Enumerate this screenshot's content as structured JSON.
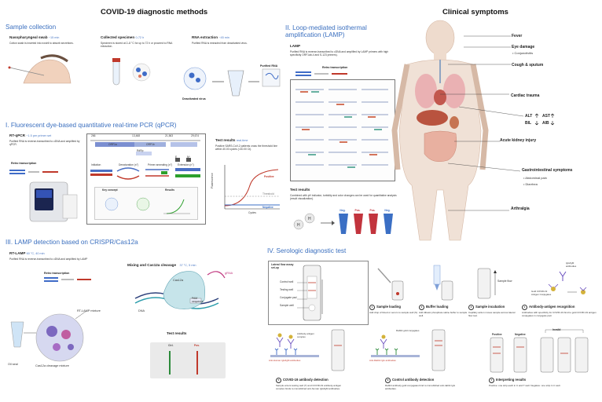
{
  "titles": {
    "left": "COVID-19 diagnostic methods",
    "right": "Clinical symptoms"
  },
  "sample": {
    "heading": "Sample collection",
    "swab": {
      "title": "Nasopharyngeal swab",
      "time": "~15 min",
      "desc": "Cotton swab is inserted into nostril to absorb secretions."
    },
    "specimen": {
      "title": "Collected specimen",
      "time": "0-72 h",
      "desc": "Specimen is stored at 2–8 °C for up to 72 h or proceed to RNA extraction."
    },
    "rna": {
      "title": "RNA extraction",
      "time": "~45 min",
      "desc": "Purified RNA is extracted from deactivated virus."
    },
    "purified_label": "Purified RNA",
    "deactivated_label": "Deactivated virus"
  },
  "qpcr": {
    "heading": "I. Fluorescent dye-based quantitative real-time PCR (qPCR)",
    "title": "RT-qPCR",
    "time": "~1.5 per primer set",
    "desc": "Purified RNA is reverse-transcribed to cDNA and amplified by qPCR.",
    "rt_label": "Retro transcription",
    "genome_ticks": [
      "266",
      "13,468",
      "21,563",
      "29,674"
    ],
    "genes": [
      "ORF1a",
      "ORF1b",
      "RdRp",
      "E",
      "N*"
    ],
    "steps": [
      "Initiation",
      "Denaturation (n°)",
      "Primer annealing (n°)",
      "Extension (n°)"
    ],
    "key_concept": "Key concept",
    "results_small": "Results",
    "test_results_title": "Test results",
    "test_results_time": "real-time",
    "test_results_desc": "Positive SARS-CoV-2 patients cross the threshold line within 40.00 cycles (<40.00 Ct).",
    "chart_ylabel": "Fluorescence",
    "chart_xlabel": "Cycles",
    "positive": "Positive",
    "threshold": "Threshold",
    "negative": "Negative"
  },
  "crispr": {
    "heading": "III. LAMP detection based on CRISPR/Cas12a",
    "title": "RT-LAMP",
    "time": "60 °C, 40 min",
    "desc": "Purified RNA is reverse-transcribed to cDNA and amplified by LAMP",
    "rt_label": "Retro transcription",
    "mix_title": "Mixing and Cas12a cleavage",
    "mix_time": "37 °C, 5 min",
    "cas": "Cas12a",
    "grna": "gRNA",
    "pam": "PAM sequence",
    "dna": "DNA",
    "mixture": "RT-LAMP mixture",
    "oil": "Oil seal",
    "cleavage": "Cas12a cleavage mixture",
    "results": "Test results",
    "ctrl": "Ctrl.",
    "pos": "Pos."
  },
  "lamp": {
    "heading": "II. Loop-mediated isothermal amplification (LAMP)",
    "title": "LAMP",
    "desc": "Purified RNA is reverse-transcribed to cDNA and amplified by LAMP primers with high specificity ORF1ab-4 and S-123 primers).",
    "rt_label": "Retro transcription",
    "results_title": "Test results",
    "results_desc": "Combined with pH indicator, turbidity and color changes can be used for quantitative analysis (result visualization).",
    "tubes": [
      "Neg.",
      "Pos.",
      "Pos.",
      "Neg."
    ],
    "tube_colors": [
      "#3b6fc4",
      "#c2343d",
      "#c2343d",
      "#3b6fc4"
    ],
    "h_symbol": "H"
  },
  "serologic": {
    "heading": "IV. Serologic diagnostic test",
    "assay_title": "Lateral flow assay set-up",
    "wells": [
      "Control well",
      "Testing well",
      "Conjugate pad",
      "Sample well"
    ],
    "sample_flow": "Sample flow",
    "steps": [
      {
        "n": "1",
        "title": "Sample loading",
        "desc": "Add drop of blood or serum to sample well (S)."
      },
      {
        "n": "2",
        "title": "Buffer loading",
        "desc": "Add dibasic phosphate saline buffer to sample well."
      },
      {
        "n": "3",
        "title": "Sample incubation",
        "desc": "Capillary action moves sample across lateral flow test."
      },
      {
        "n": "4",
        "title": "Antibody-antigen recognition",
        "desc": "Antibodies with specificity for COVID-19 bind to gold COVID-19 antigen conjugates in conjugate pad."
      },
      {
        "n": "5",
        "title": "COVID-19 antibody detection",
        "desc": "Sample enters testing well (T) and COVID-19 antibody-antigen complex binds to immobilized anti-human IgG/IgM antibodies."
      },
      {
        "n": "6",
        "title": "Control antibody detection",
        "desc": "Rabbit antibody gold conjugates bind to immobilized anti-rabbit IgG antibodies."
      },
      {
        "n": "7",
        "title": "Interpreting results",
        "desc": "Positive: one strip each in C and T well. Negative: one strip in C well."
      }
    ],
    "gold_label": "Gold COVID-19 Antigen Conjugates",
    "igg_label": "IgG/IgM antibodies",
    "complex_label": "Antibody-antigen complex",
    "antihuman_label": "Anti-Human IgG/IgM antibodies",
    "rabbit_label": "Rabbit gold conjugates",
    "antirabbit_label": "Anti-Rabbit IgG antibodies",
    "interp": [
      "Positive",
      "Negative",
      "Invalid"
    ]
  },
  "symptoms": {
    "fever": "Fever",
    "eye": "Eye damage",
    "eye_sub": "• Conjunctivitis",
    "cough": "Cough & sputum",
    "cardiac": "Cardiac trauma",
    "alt": "ALT",
    "bil": "BIL",
    "ast": "AST",
    "alb": "AIB",
    "kidney": "Acute kidney injury",
    "gi": "Gastrointestinal symptoms",
    "gi_sub1": "• Abdominal pain",
    "gi_sub2": "• Diarrhea",
    "arthralgia": "Arthralgia"
  }
}
